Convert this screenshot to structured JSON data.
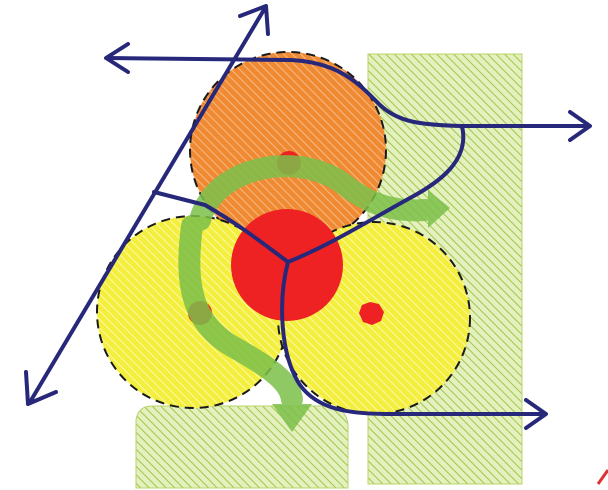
{
  "diagram": {
    "labels": [],
    "colors": {
      "background": "#ffffff",
      "navy_lines": "#27287a",
      "orange_zone": "#e8721c",
      "orange_hatch": "#f7b77e",
      "yellow_zone": "#f2ee2a",
      "yellow_hatch": "#fbf8a6",
      "red_core": "#ee2222",
      "green_blocks": "#c5de7e",
      "green_hatch": "#9fc74c",
      "green_arrows": "#7cc04a",
      "dashed_outline": "#1a1a1a",
      "corner_mark": "#e03030"
    },
    "icons": {
      "arrow_heads": "open-chevron-arrowhead",
      "zones": "hatched-dashed-circle",
      "flow_arrows": "curved-green-arrow"
    }
  }
}
